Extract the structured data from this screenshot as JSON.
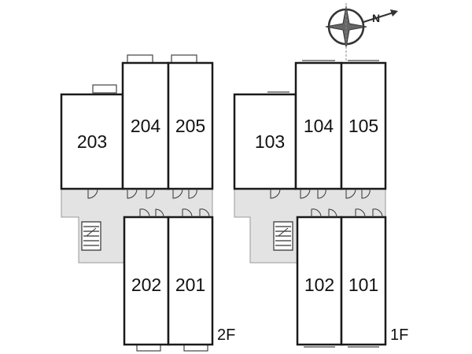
{
  "compass": {
    "label": "N"
  },
  "floors": [
    {
      "label": "2F",
      "units": [
        {
          "label": "203"
        },
        {
          "label": "204"
        },
        {
          "label": "205"
        },
        {
          "label": "202"
        },
        {
          "label": "201"
        }
      ]
    },
    {
      "label": "1F",
      "units": [
        {
          "label": "103"
        },
        {
          "label": "104"
        },
        {
          "label": "105"
        },
        {
          "label": "102"
        },
        {
          "label": "101"
        }
      ]
    }
  ],
  "colors": {
    "wall": "#1a1a1a",
    "corridor": "#e3e3e3",
    "room": "#ffffff"
  }
}
